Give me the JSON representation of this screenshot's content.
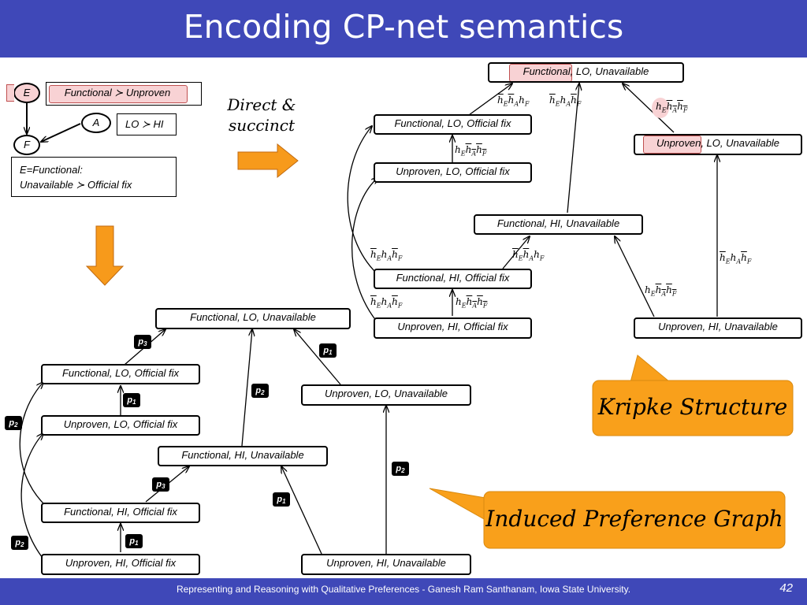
{
  "slide": {
    "title": "Encoding CP-net semantics",
    "footer": "Representing and Reasoning with Qualitative Preferences  - Ganesh Ram Santhanam, Iowa State University.",
    "page_number": "42"
  },
  "cpnet": {
    "var_e": "E",
    "var_a": "A",
    "var_f": "F",
    "e_pref": "Functional ≻ Unproven",
    "a_pref": "LO ≻ HI",
    "f_cond_line1": "E=Functional:",
    "f_cond_line2": "Unavailable ≻ Official fix"
  },
  "direct_succinct": "Direct & succinct",
  "kripke": {
    "callout": "Kripke Structure",
    "nodes": {
      "f_lo_un": "Functional, LO, Unavailable",
      "f_lo_of": "Functional, LO, Official fix",
      "u_lo_of": "Unproven, LO, Official fix",
      "u_lo_un": "Unproven, LO, Unavailable",
      "f_hi_un": "Functional, HI, Unavailable",
      "f_hi_of": "Functional, HI, Official fix",
      "u_hi_of": "Unproven, HI, Official fix",
      "u_hi_un": "Unproven, HI, Unavailable"
    }
  },
  "ipg": {
    "callout": "Induced Preference Graph",
    "nodes": {
      "f_lo_un": "Functional, LO, Unavailable",
      "f_lo_of": "Functional, LO, Official fix",
      "u_lo_of": "Unproven, LO, Official fix",
      "u_lo_un": "Unproven, LO, Unavailable",
      "f_hi_un": "Functional, HI, Unavailable",
      "f_hi_of": "Functional, HI, Official fix",
      "u_hi_of": "Unproven, HI, Official fix",
      "u_hi_un": "Unproven, HI, Unavailable"
    },
    "labels": {
      "p1": "p",
      "p2": "p",
      "p3": "p",
      "s1": "1",
      "s2": "2",
      "s3": "3"
    }
  },
  "colors": {
    "title_bar": "#3f48b8",
    "callout_fill": "#f9a01b",
    "highlight": "#f8d2d4",
    "arrow": "#f79a1b"
  }
}
